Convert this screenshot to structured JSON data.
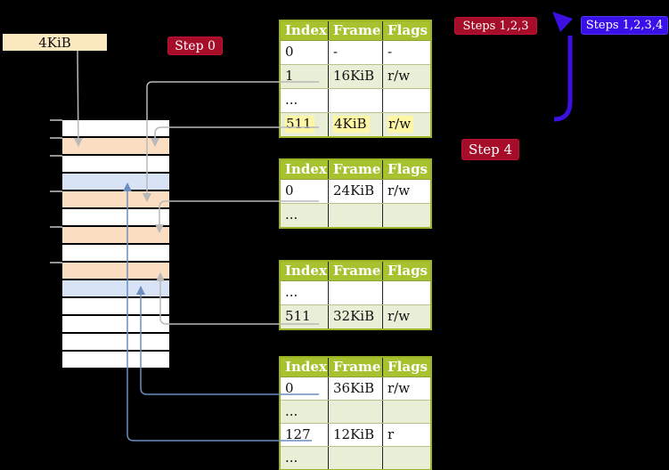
{
  "labels": {
    "frame_size": "4KiB",
    "step0": "Step 0",
    "steps_123": "Steps 1,2,3",
    "steps_1234": "Steps 1,2,3,4",
    "step4": "Step 4"
  },
  "colors": {
    "crimson": "#a50d28",
    "blue_label": "#3a10e8",
    "arrow_blue": "#3c10e0",
    "header_green": "#a6c22f",
    "row_green": "#e9efd6",
    "table_border": "#9cb327",
    "highlight_yellow": "#fdf7a5",
    "wheat": "#fae8bf",
    "peach": "#fbddc2",
    "light_blue": "#d8e4f5",
    "gray_line": "#b9b9b9",
    "blue_line": "#6c8ebf"
  },
  "memory_stack": {
    "rows": [
      "white",
      "peach",
      "white",
      "light_blue",
      "peach",
      "white",
      "peach",
      "white",
      "peach",
      "light_blue",
      "white",
      "white",
      "white",
      "white"
    ]
  },
  "tables": [
    {
      "name": "page-table-1",
      "columns": [
        "Index",
        "Frame",
        "Flags"
      ],
      "rows": [
        {
          "cells": [
            "0",
            "-",
            "-"
          ],
          "shade": "white"
        },
        {
          "cells": [
            "1",
            "16KiB",
            "r/w"
          ],
          "shade": "green"
        },
        {
          "cells": [
            "...",
            "",
            ""
          ],
          "shade": "white"
        },
        {
          "cells": [
            "511",
            "4KiB",
            "r/w"
          ],
          "shade": "green",
          "highlight": true
        }
      ]
    },
    {
      "name": "page-table-2",
      "columns": [
        "Index",
        "Frame",
        "Flags"
      ],
      "rows": [
        {
          "cells": [
            "0",
            "24KiB",
            "r/w"
          ],
          "shade": "white"
        },
        {
          "cells": [
            "...",
            "",
            ""
          ],
          "shade": "green"
        }
      ]
    },
    {
      "name": "page-table-3",
      "columns": [
        "Index",
        "Frame",
        "Flags"
      ],
      "rows": [
        {
          "cells": [
            "...",
            "",
            ""
          ],
          "shade": "white"
        },
        {
          "cells": [
            "511",
            "32KiB",
            "r/w"
          ],
          "shade": "green"
        }
      ]
    },
    {
      "name": "page-table-4",
      "columns": [
        "Index",
        "Frame",
        "Flags"
      ],
      "rows": [
        {
          "cells": [
            "0",
            "36KiB",
            "r/w"
          ],
          "shade": "white"
        },
        {
          "cells": [
            "...",
            "",
            ""
          ],
          "shade": "green"
        },
        {
          "cells": [
            "127",
            "12KiB",
            "r"
          ],
          "shade": "white"
        },
        {
          "cells": [
            "...",
            "",
            ""
          ],
          "shade": "green"
        }
      ]
    }
  ]
}
